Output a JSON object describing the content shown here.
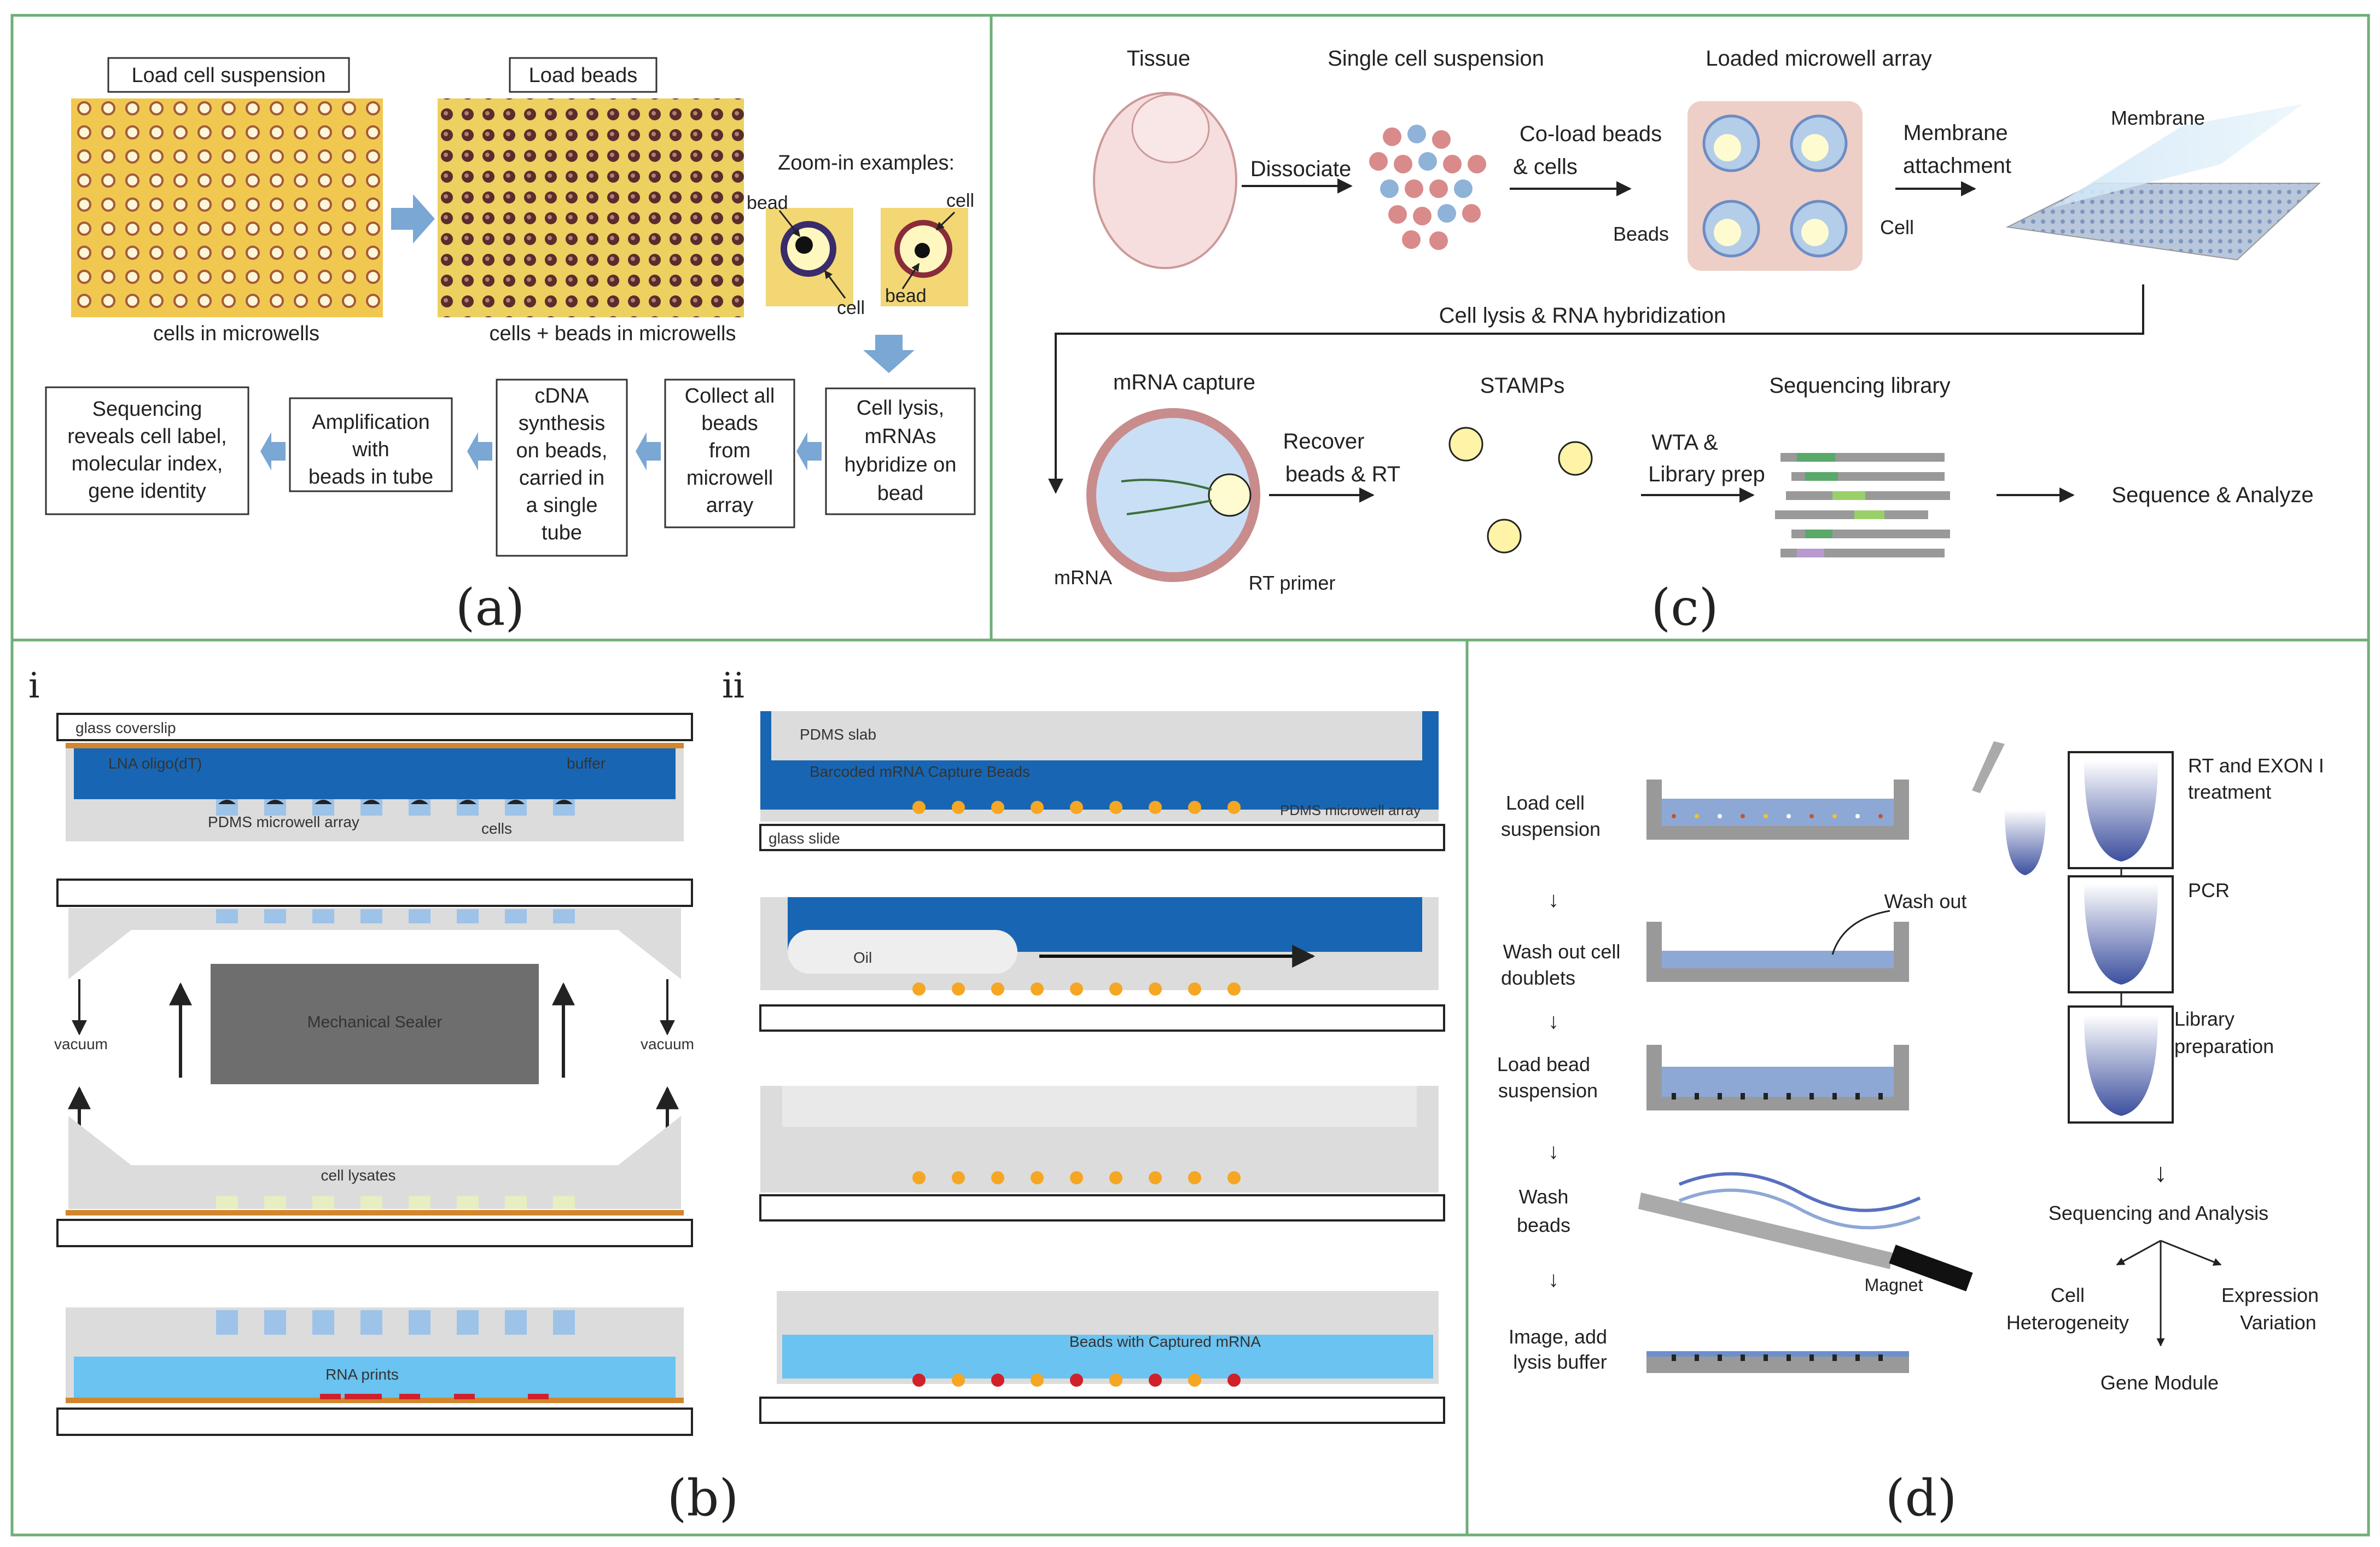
{
  "panels": {
    "a": "(a)",
    "b": "(b)",
    "c": "(c)",
    "d": "(d)"
  },
  "a": {
    "load_cell": "Load cell suspension",
    "load_beads": "Load beads",
    "cells_in_microwells": "cells in microwells",
    "cells_beads": "cells + beads in microwells",
    "zoom": "Zoom-in examples:",
    "bead": "bead",
    "cell": "cell",
    "steps": [
      [
        "Cell lysis,",
        "mRNAs",
        "hybridize on",
        "bead"
      ],
      [
        "Collect all",
        "beads",
        "from",
        "microwell",
        "array"
      ],
      [
        "cDNA",
        "synthesis",
        "on beads,",
        "carried in",
        "a single",
        "tube"
      ],
      [
        "Amplification",
        "with",
        "beads in tube"
      ],
      [
        "Sequencing",
        "reveals cell label,",
        "molecular index,",
        "gene identity"
      ]
    ]
  },
  "c": {
    "tissue": "Tissue",
    "single": "Single cell suspension",
    "loaded": "Loaded microwell array",
    "dissociate": "Dissociate",
    "coload1": "Co-load beads",
    "coload2": "& cells",
    "membrane_att1": "Membrane",
    "membrane_att2": "attachment",
    "membrane": "Membrane",
    "beads": "Beads",
    "cell": "Cell",
    "lysis": "Cell lysis & RNA hybridization",
    "mrna_capture": "mRNA capture",
    "recover1": "Recover",
    "recover2": "beads & RT",
    "stamps": "STAMPs",
    "wta1": "WTA &",
    "wta2": "Library prep",
    "seq_lib": "Sequencing library",
    "seq_analyze": "Sequence & Analyze",
    "mrna": "mRNA",
    "rt_primer": "RT primer"
  },
  "b": {
    "i": "i",
    "ii": "ii",
    "glass_coverslip": "glass coverslip",
    "lna": "LNA oligo(dT)",
    "buffer": "buffer",
    "pdms_array": "PDMS microwell array",
    "cells": "cells",
    "mech": "Mechanical Sealer",
    "vacuum": "vacuum",
    "lysates": "cell lysates",
    "rna_prints": "RNA prints",
    "pdms_slab": "PDMS slab",
    "barcoded": "Barcoded mRNA Capture Beads",
    "pdms_array2": "PDMS microwell array",
    "glass_slide": "glass slide",
    "oil": "Oil",
    "captured": "Beads with Captured mRNA"
  },
  "d": {
    "load_cell": [
      "Load   cell",
      "suspension"
    ],
    "wash_out": [
      "Wash out cell",
      "doublets"
    ],
    "load_bead": [
      "Load bead",
      "suspension"
    ],
    "wash_beads": [
      "Wash",
      "beads"
    ],
    "image": [
      "Image, add",
      "lysis buffer"
    ],
    "wash_out_lbl": "Wash out",
    "magnet": "Magnet",
    "rt": [
      "RT and EXON I",
      "treatment"
    ],
    "pcr": "PCR",
    "library": [
      "Library",
      "preparation"
    ],
    "seq": "Sequencing and Analysis",
    "hetero": [
      "Cell",
      "Heterogeneity"
    ],
    "expr": [
      "Expression",
      "Variation"
    ],
    "gene": "Gene Module"
  }
}
